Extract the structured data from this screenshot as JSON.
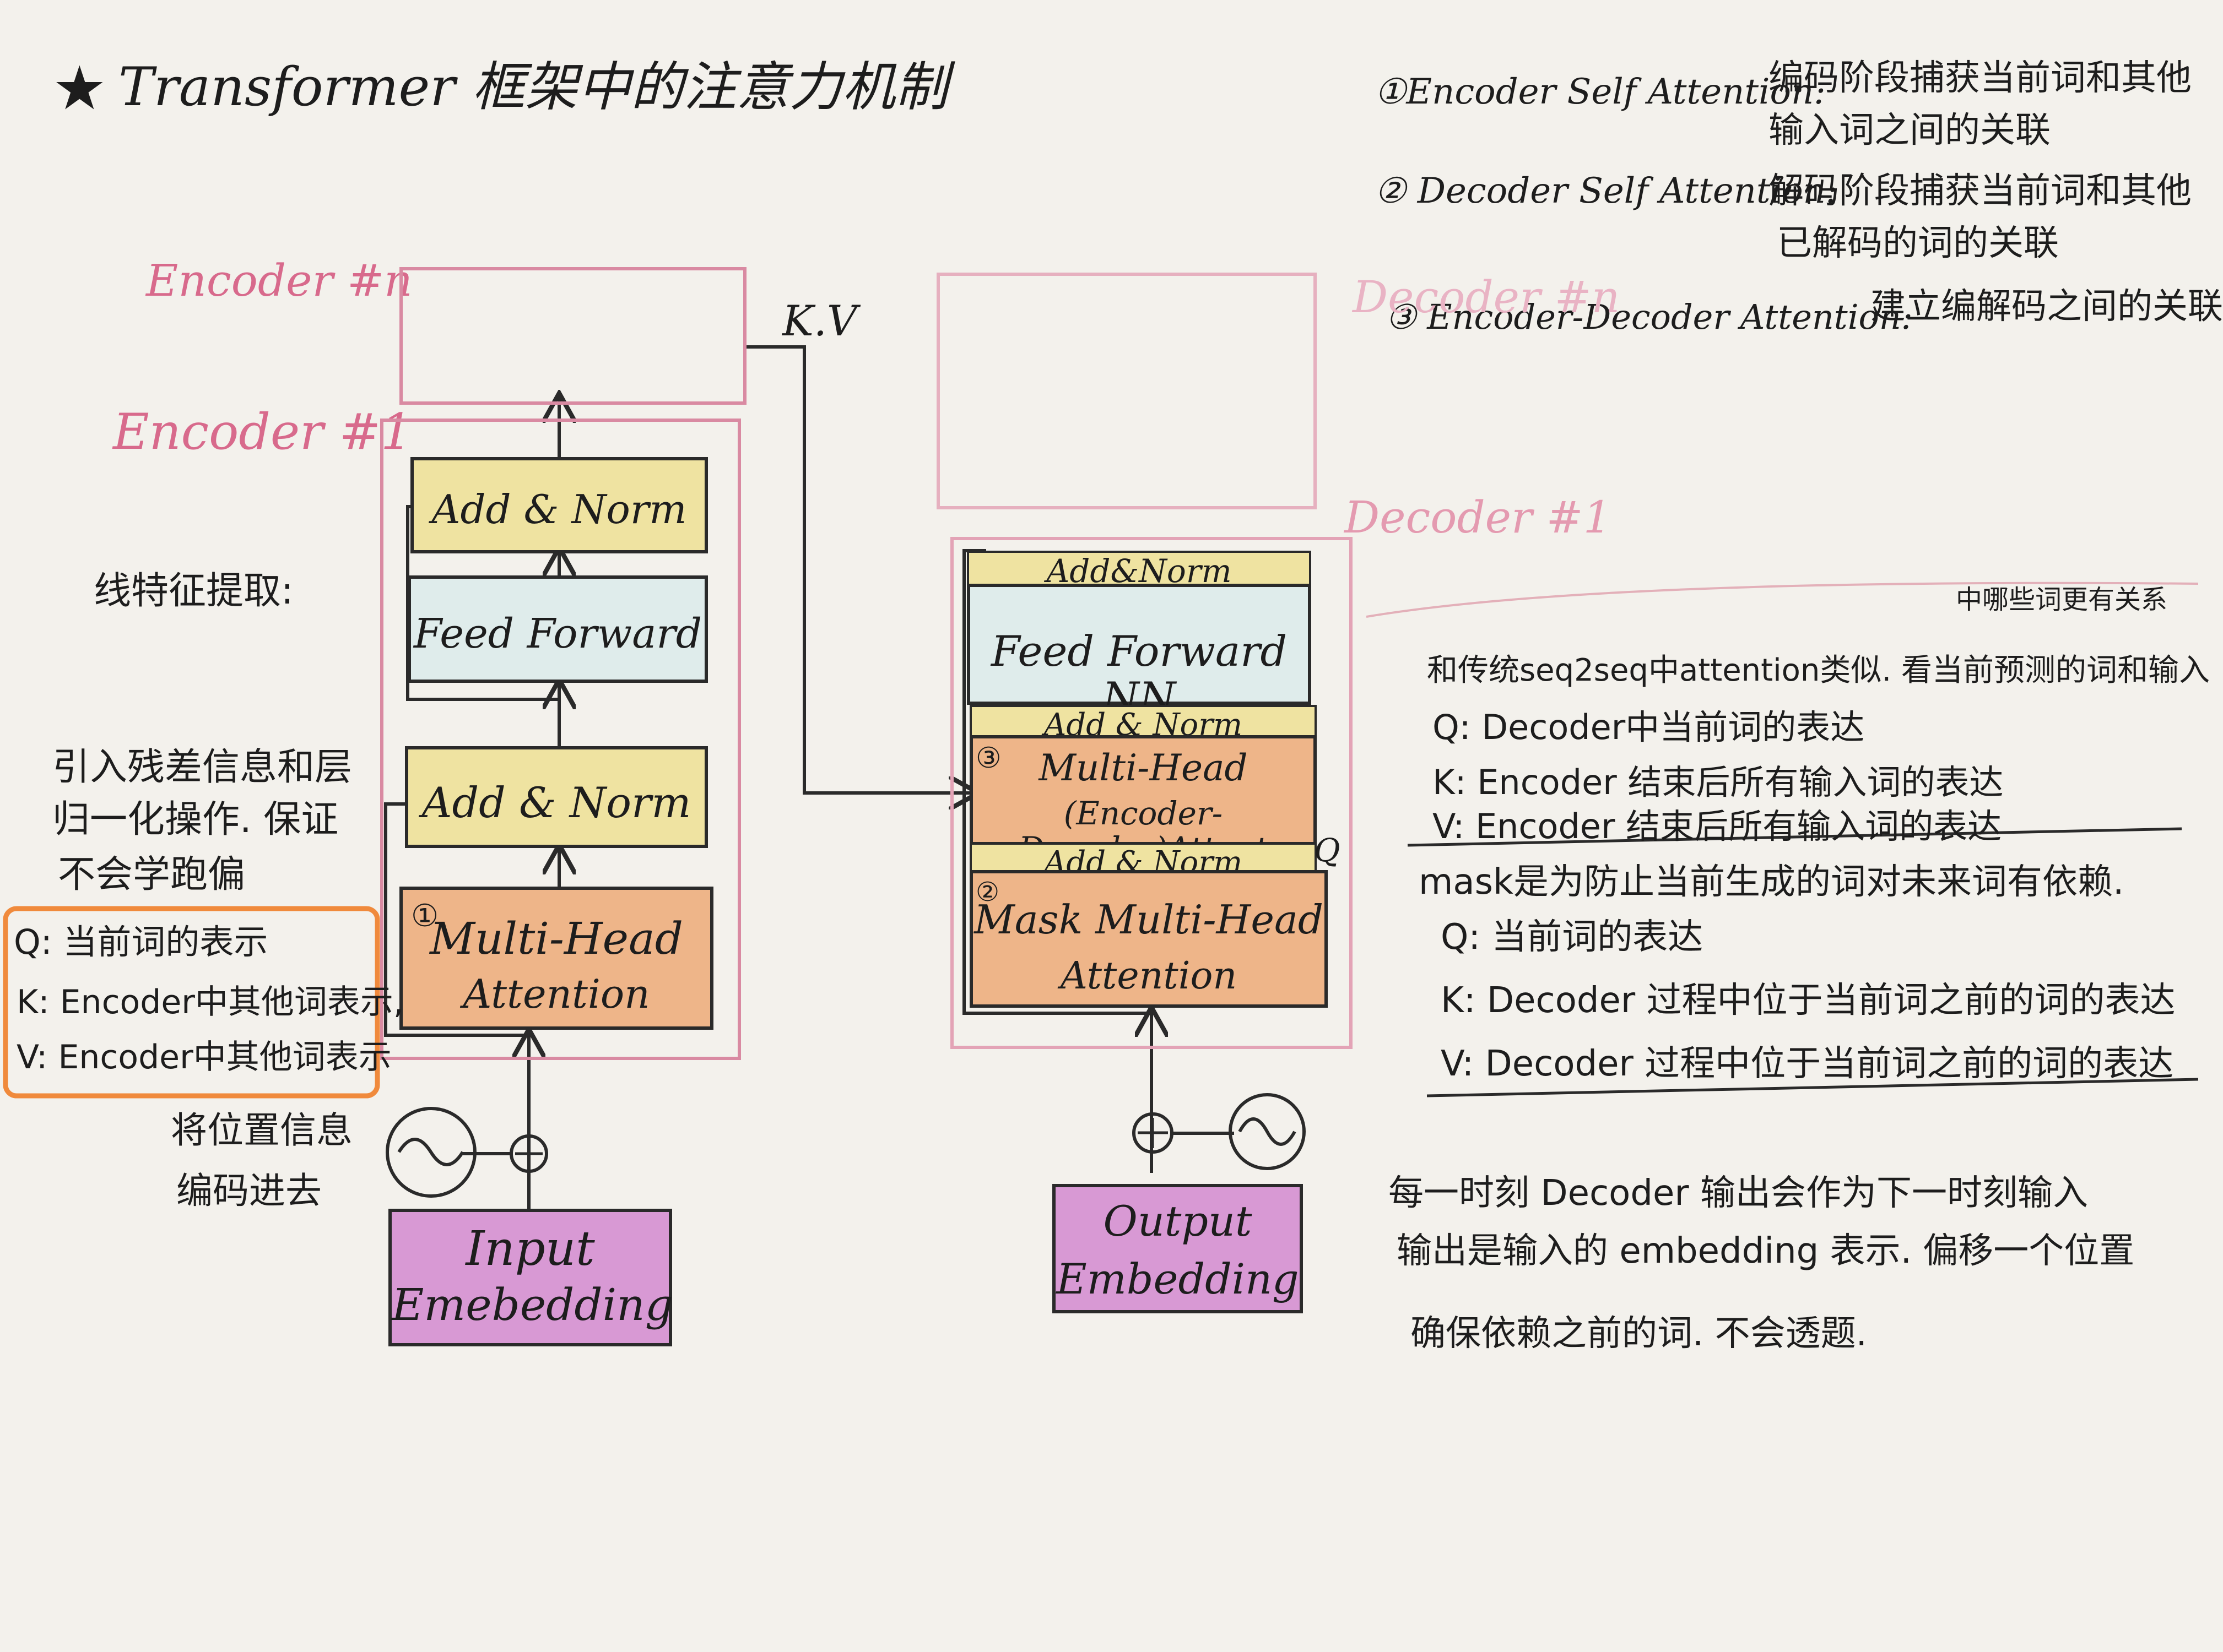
{
  "title": {
    "star": "★",
    "text": "Transformer 框架中的注意力机制"
  },
  "legend": {
    "item1_label": "①Encoder Self Attention:",
    "item1_line1": "编码阶段捕获当前词和其他",
    "item1_line2": "输入词之间的关联",
    "item2_label": "② Decoder Self Attention:",
    "item2_line1": "解码阶段捕获当前词和其他",
    "item2_line2": "已解码的词的关联",
    "item3_label": "③ Encoder-Decoder Attention:",
    "item3_line1": "建立编解码之间的关联"
  },
  "encoder": {
    "label_n": "Encoder #n",
    "label_1": "Encoder #1",
    "add_norm_top": "Add & Norm",
    "feed_forward": "Feed Forward",
    "add_norm_bottom": "Add & Norm",
    "mha_num": "①",
    "mha_line1": "Multi-Head",
    "mha_line2": "Attention",
    "embedding_line1": "Input",
    "embedding_line2": "Emebedding"
  },
  "decoder": {
    "label_n": "Decoder #n",
    "label_1": "Decoder #1",
    "add_norm_top": "Add&Norm",
    "feed_forward": "Feed Forward NN",
    "add_norm_mid": "Add & Norm",
    "mha_num": "③",
    "mha_line1": "Multi-Head",
    "mha_line2": "(Encoder-Decoder)Attent",
    "add_norm_low": "Add & Norm",
    "q_marker": "Q",
    "mask_num": "②",
    "mask_line1": "Mask Multi-Head",
    "mask_line2": "Attention",
    "embedding_line1": "Output",
    "embedding_line2": "Embedding"
  },
  "kv_label": "K.V",
  "left_notes": {
    "feature": "线特征提取:",
    "residual_1": "引入残差信息和层",
    "residual_2": "归一化操作. 保证",
    "residual_3": "不会学跑偏",
    "q": "Q: 当前词的表示",
    "k": "K: Encoder中其他词表示,",
    "v": "V: Encoder中其他词表示",
    "pos_1": "将位置信息",
    "pos_2": "编码进去"
  },
  "right_notes": {
    "top_small": "中哪些词更有关系",
    "seq_line": "和传统seq2seq中attention类似. 看当前预测的词和输入",
    "q1": "Q: Decoder中当前词的表达",
    "k1": "K: Encoder 结束后所有输入词的表达",
    "v1": "V: Encoder 结束后所有输入词的表达",
    "mask_line": "mask是为防止当前生成的词对未来词有依赖.",
    "q2": "Q: 当前词的表达",
    "k2": "K: Decoder 过程中位于当前词之前的词的表达",
    "v2": "V: Decoder 过程中位于当前词之前的词的表达",
    "bottom_1": "每一时刻 Decoder 输出会作为下一时刻输入",
    "bottom_2": "输出是输入的 embedding 表示. 偏移一个位置",
    "bottom_3": "确保依赖之前的词. 不会透题."
  },
  "colors": {
    "yellow": "#efe3a1",
    "blue": "#dfeceb",
    "orange": "#eeb589",
    "purple": "#d899d4",
    "pink": "#d86a8c"
  }
}
